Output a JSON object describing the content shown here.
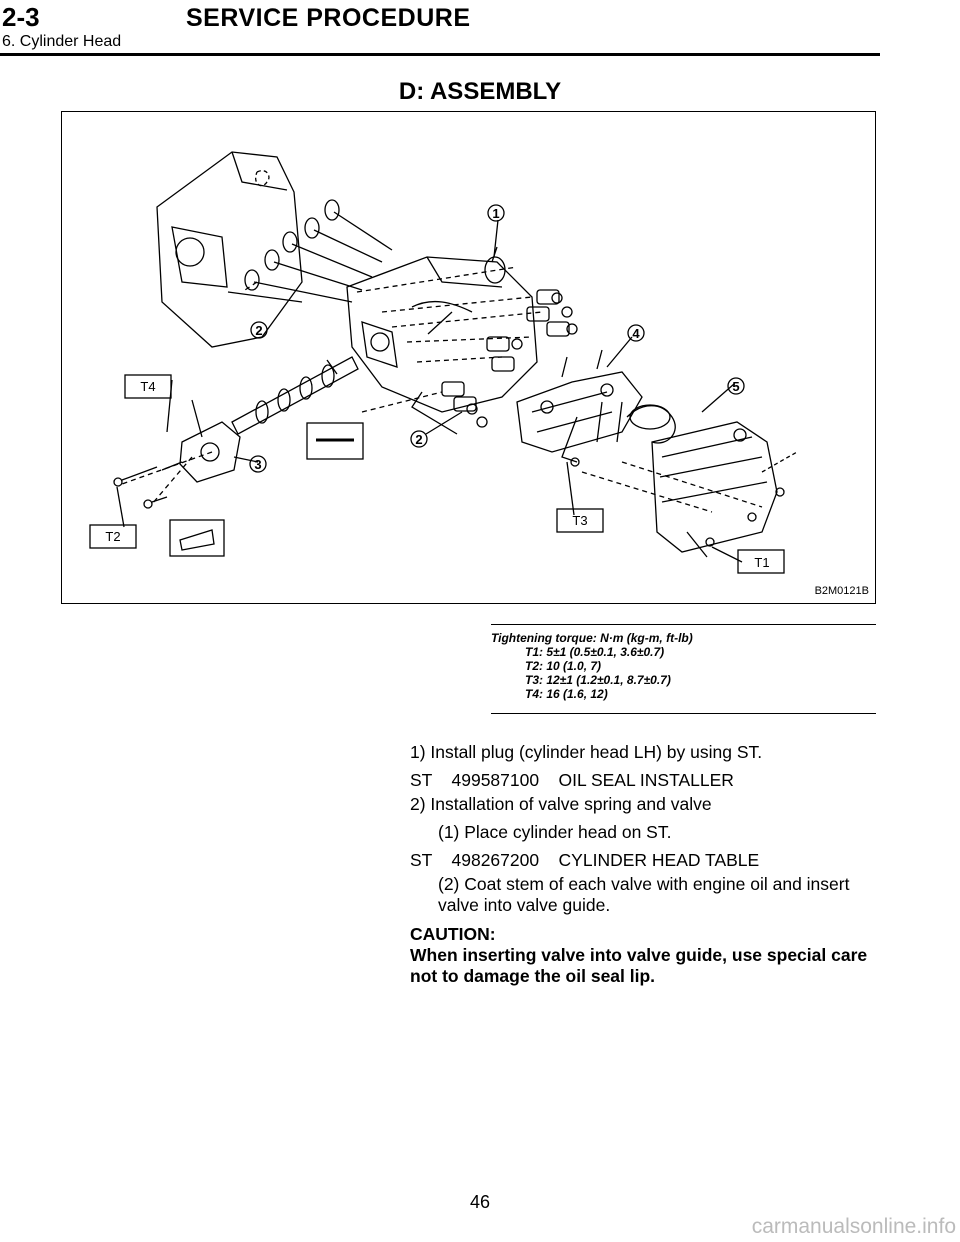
{
  "header": {
    "section_number": "2-3",
    "title": "SERVICE PROCEDURE",
    "subtitle": "6. Cylinder Head"
  },
  "section_title": "D: ASSEMBLY",
  "figure": {
    "id": "B2M0121B",
    "callouts": [
      "1",
      "2",
      "2",
      "3",
      "4",
      "5"
    ],
    "torque_labels": [
      "T1",
      "T2",
      "T3",
      "T4"
    ]
  },
  "torque": {
    "heading": "Tightening torque: N·m (kg-m, ft-lb)",
    "items": [
      "T1: 5±1 (0.5±0.1, 3.6±0.7)",
      "T2: 10 (1.0, 7)",
      "T3: 12±1 (1.2±0.1, 8.7±0.7)",
      "T4: 16 (1.6, 12)"
    ]
  },
  "steps": {
    "s1": "1) Install plug (cylinder head LH) by using ST.",
    "st1": "ST    499587100    OIL SEAL INSTALLER",
    "s2": "2) Installation of valve spring and valve",
    "s2_1": "(1) Place cylinder head on ST.",
    "st2": "ST    498267200    CYLINDER HEAD TABLE",
    "s2_2": "(2) Coat stem of each valve with engine oil and insert valve into valve guide."
  },
  "caution": {
    "heading": "CAUTION:",
    "text": "When inserting valve into valve guide, use special care not to damage the oil seal lip."
  },
  "page_number": "46",
  "watermark": "carmanualsonline.info"
}
